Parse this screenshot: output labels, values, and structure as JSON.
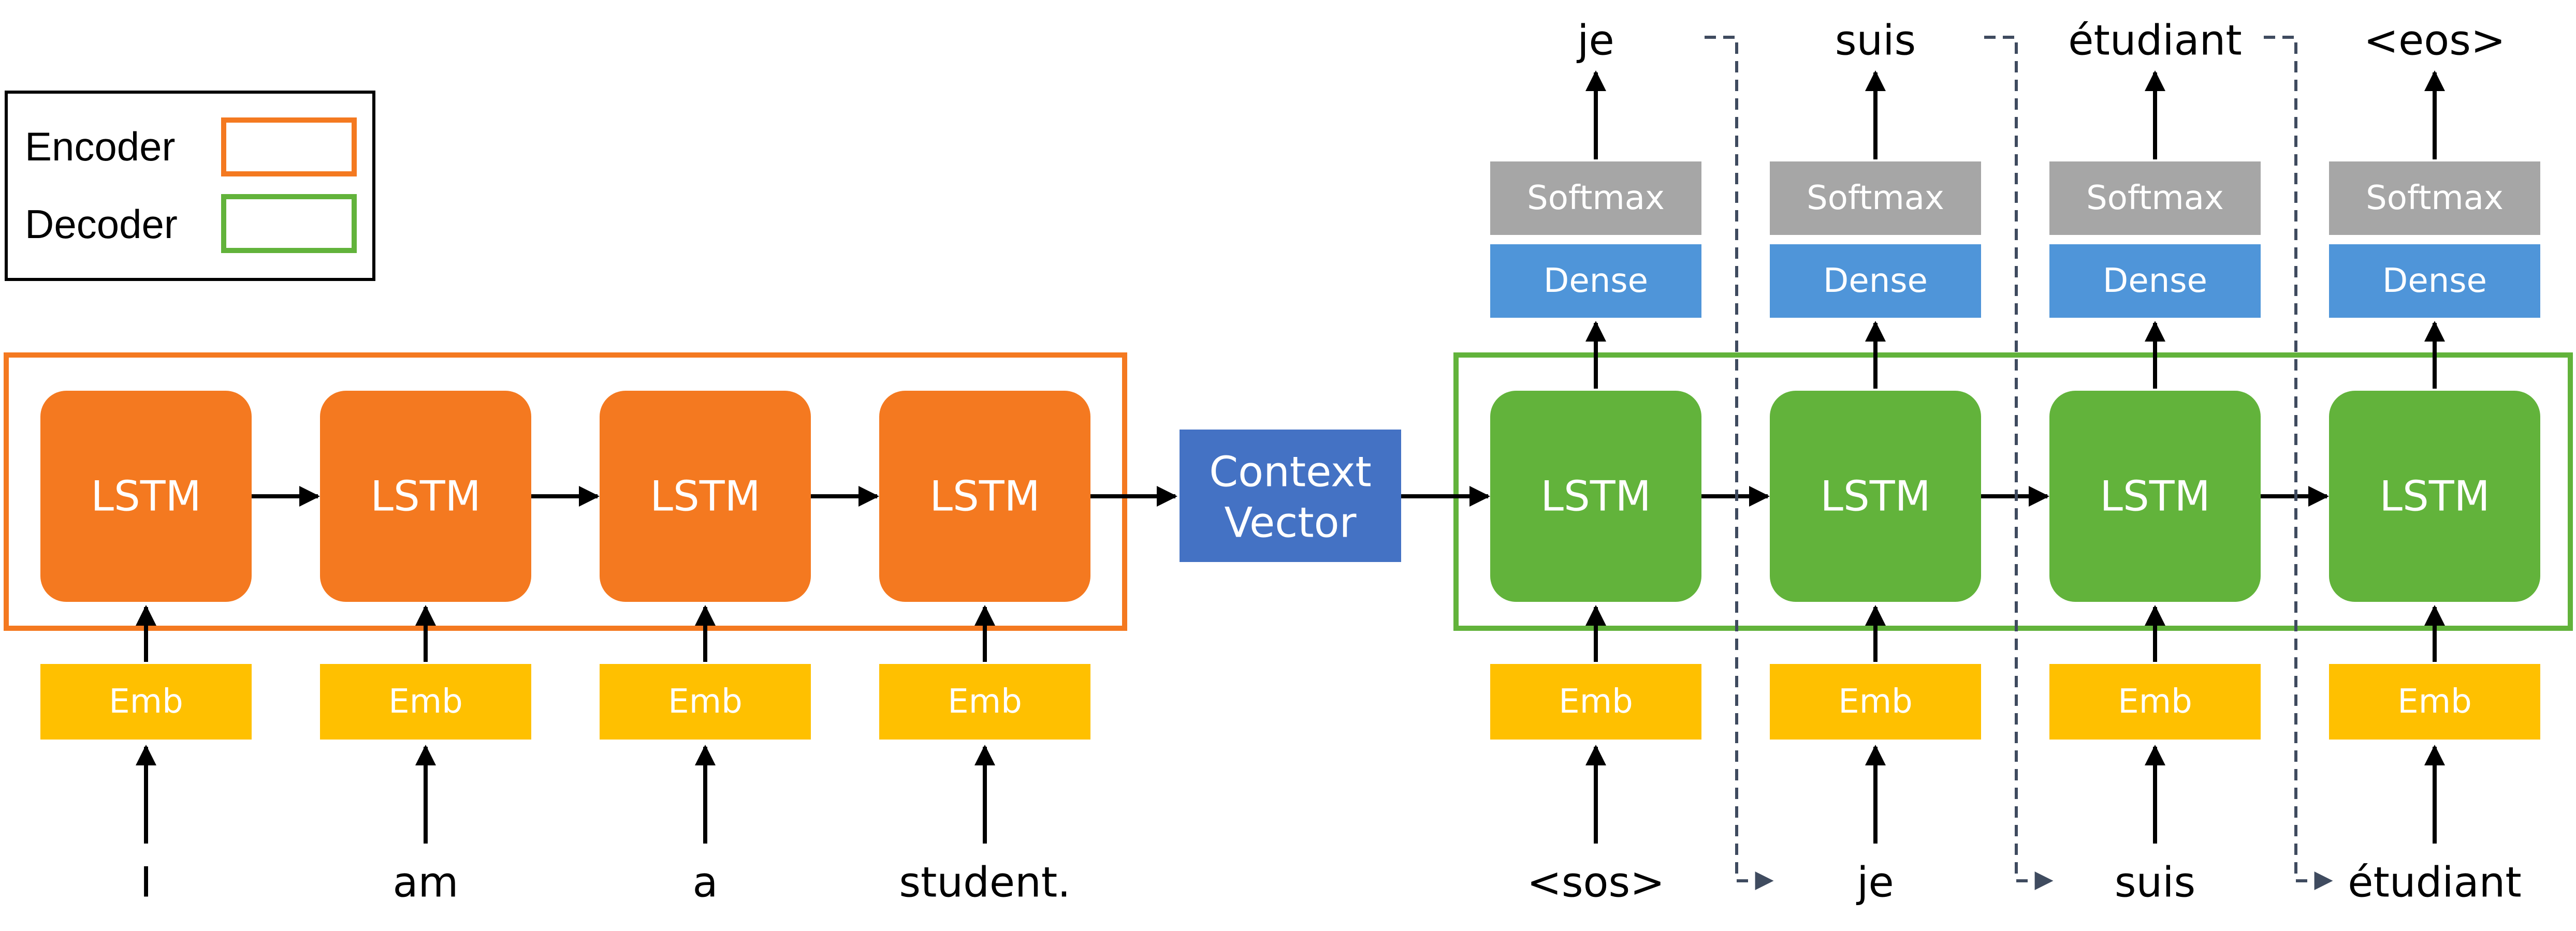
{
  "legend": {
    "encoder_label": "Encoder",
    "decoder_label": "Decoder"
  },
  "colors": {
    "encoder": "#f47920",
    "decoder": "#62b33b",
    "context": "#4472c4",
    "embedding": "#ffc000",
    "dense": "#4f95d9",
    "softmax": "#a6a6a6",
    "arrow": "#000000",
    "teacher_forcing": "#3f4b5f"
  },
  "encoder": {
    "cell_label": "LSTM",
    "embedding_label": "Emb",
    "inputs": [
      "I",
      "am",
      "a",
      "student."
    ]
  },
  "context": {
    "line1": "Context",
    "line2": "Vector"
  },
  "decoder": {
    "cell_label": "LSTM",
    "embedding_label": "Emb",
    "dense_label": "Dense",
    "softmax_label": "Softmax",
    "inputs": [
      "<sos>",
      "je",
      "suis",
      "étudiant"
    ],
    "outputs": [
      "je",
      "suis",
      "étudiant",
      "<eos>"
    ]
  }
}
